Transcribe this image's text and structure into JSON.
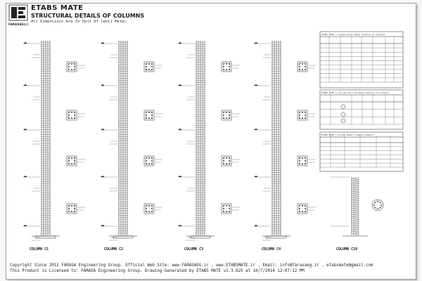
{
  "header": {
    "app_name": "ETABS MATE",
    "sheet_title": "STRUCTURAL DETAILS OF COLUMNS",
    "units_note": "All Dimensions Are In Unit Of Centi Meter",
    "logo_caption": "FARASAE(c)"
  },
  "columns": [
    {
      "label": "COLUMN C1"
    },
    {
      "label": "COLUMN C2"
    },
    {
      "label": "COLUMN C3"
    },
    {
      "label": "COLUMN C4"
    },
    {
      "label": "COLUMN C10"
    }
  ],
  "tables": {
    "longitudinal": {
      "title": "ETABS MATE > Longitudinal Rebar Details of Columns"
    },
    "transverse": {
      "title": "ETABS MATE > Tie and Stirrup Rebar Details of Columns"
    },
    "rebar_report": {
      "title": "ETABS MATE > Column Rebars Summary Report"
    }
  },
  "footer": {
    "line1": "Copyright Since 2012 FARASA Engineering Group. Official Web Site: www.FARASAEG.ir , www.ETABSMATE.ir , Email: info@farasaeg.ir , etabsmate@gmail.com",
    "line2": "This Product is Licensed to: FARASA Engineering Group. Drawing Generated by ETABS MATE v1.3.625 at 10/7/2014 12:07:12 PM"
  },
  "colors": {
    "ink": "#1a1a1a",
    "frame": "#9a9a9a",
    "paper": "#ffffff"
  },
  "icons": {
    "logo": "farasa-logo-icon"
  }
}
